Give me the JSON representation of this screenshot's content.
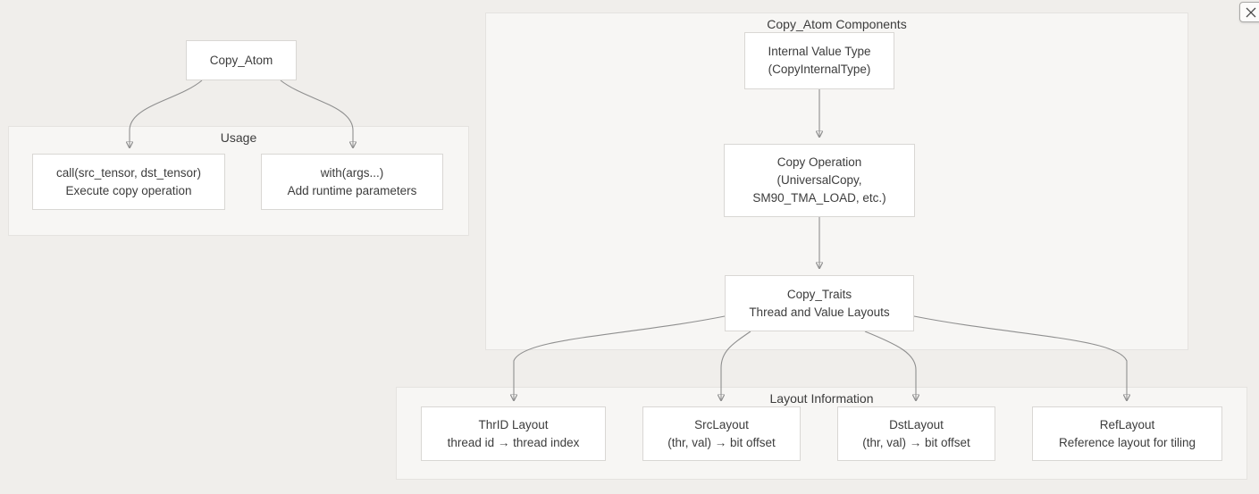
{
  "colors": {
    "canvas_bg": "#f0eeeb",
    "group_bg": "#f7f6f4",
    "group_border": "#e5e3e0",
    "node_bg": "#ffffff",
    "node_border": "#d9d7d4",
    "arrow": "#8f8f8f",
    "text": "#3c3c3c"
  },
  "close_button": {
    "icon": "close-icon"
  },
  "diagram": {
    "groups": {
      "usage": {
        "label": "Usage"
      },
      "components": {
        "label": "Copy_Atom Components"
      },
      "layout_info": {
        "label": "Layout Information"
      }
    },
    "nodes": {
      "copy_atom": {
        "lines": [
          "Copy_Atom"
        ]
      },
      "call": {
        "lines": [
          "call(src_tensor, dst_tensor)",
          "Execute copy operation"
        ]
      },
      "with": {
        "lines": [
          "with(args...)",
          "Add runtime parameters"
        ]
      },
      "internal_value_type": {
        "lines": [
          "Internal Value Type",
          "(CopyInternalType)"
        ]
      },
      "copy_operation": {
        "lines": [
          "Copy Operation",
          "(UniversalCopy,",
          "SM90_TMA_LOAD, etc.)"
        ]
      },
      "copy_traits": {
        "lines": [
          "Copy_Traits",
          "Thread and Value Layouts"
        ]
      },
      "thrid_layout": {
        "lines": [
          "ThrID Layout",
          "thread id → thread index"
        ]
      },
      "src_layout": {
        "lines": [
          "SrcLayout",
          "(thr, val) → bit offset"
        ]
      },
      "dst_layout": {
        "lines": [
          "DstLayout",
          "(thr, val) → bit offset"
        ]
      },
      "ref_layout": {
        "lines": [
          "RefLayout",
          "Reference layout for tiling"
        ]
      }
    }
  }
}
